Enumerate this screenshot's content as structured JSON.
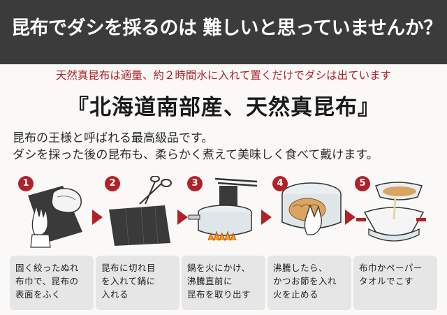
{
  "banner": {
    "headline": "昆布でダシを採るのは 難しいと思っていませんか？"
  },
  "subheading": "天然真昆布は適量、約２時間水に入れて置くだけでダシは出ています",
  "title": "『北海道南部産、天然真昆布』",
  "description": [
    "昆布の王様と呼ばれる最高級品です。",
    "ダシを採った後の昆布も、柔らかく煮えて美味しく食べて戴けます。"
  ],
  "steps": [
    {
      "number": "1",
      "icon": "wiping-kelp-icon",
      "caption": [
        "固く絞ったぬれ",
        "布巾で、昆布の",
        "表面をふく"
      ]
    },
    {
      "number": "2",
      "icon": "scissors-kelp-icon",
      "caption": [
        "昆布に切れ目",
        "を入れて鍋に",
        "入れる"
      ]
    },
    {
      "number": "3",
      "icon": "pot-on-fire-icon",
      "caption": [
        "鍋を火にかけ、",
        "沸騰直前に",
        "昆布を取り出す"
      ]
    },
    {
      "number": "4",
      "icon": "bonito-flakes-pot-icon",
      "caption": [
        "沸騰したら、",
        "かつお節を入れ",
        "火を止める"
      ]
    },
    {
      "number": "5",
      "icon": "strainer-bowl-icon",
      "caption": [
        "布巾かペーパー",
        "タオルでこす"
      ]
    }
  ],
  "colors": {
    "accent": "#b0222a",
    "banner": "#3b3b3b",
    "caption_bg": "#e6e6e6"
  }
}
